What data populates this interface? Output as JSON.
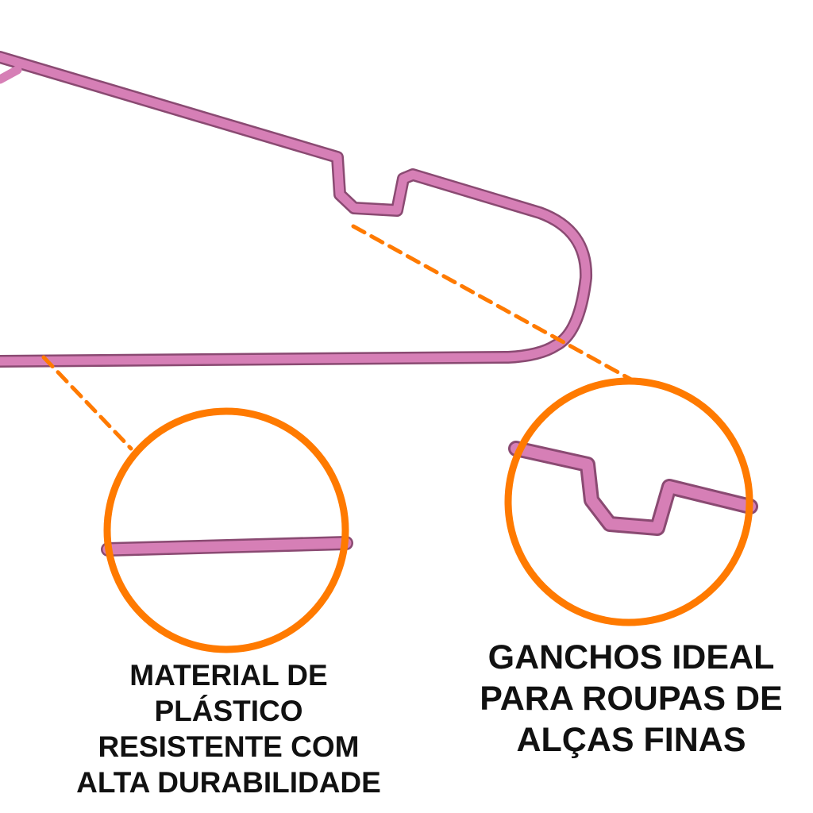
{
  "captions": {
    "left": [
      "MATERIAL DE",
      "PLÁSTICO",
      "RESISTENTE COM",
      "ALTA DURABILIDADE"
    ],
    "right": [
      "GANCHOS IDEAL",
      "PARA ROUPAS DE",
      "ALÇAS FINAS"
    ]
  },
  "colors": {
    "hanger": "#d67fb6",
    "hanger_outline": "#8a4a72",
    "accent": "#ff7a00"
  }
}
